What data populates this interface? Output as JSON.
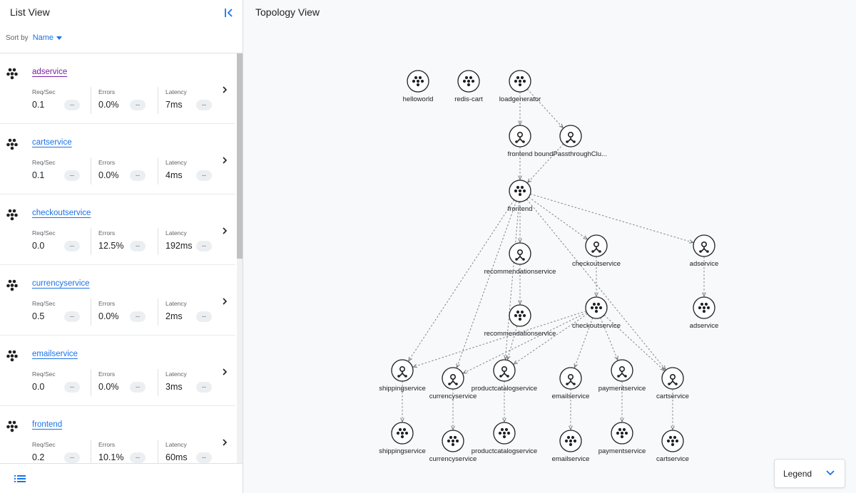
{
  "list_panel": {
    "title": "List View",
    "sort_label": "Sort by",
    "sort_value": "Name",
    "metric_labels": {
      "req": "Req/Sec",
      "errors": "Errors",
      "latency": "Latency"
    },
    "chip_text": "--",
    "services": [
      {
        "name": "adservice",
        "req": "0.1",
        "errors": "0.0%",
        "latency": "7ms",
        "visited": true
      },
      {
        "name": "cartservice",
        "req": "0.1",
        "errors": "0.0%",
        "latency": "4ms",
        "visited": false
      },
      {
        "name": "checkoutservice",
        "req": "0.0",
        "errors": "12.5%",
        "latency": "192ms",
        "visited": false
      },
      {
        "name": "currencyservice",
        "req": "0.5",
        "errors": "0.0%",
        "latency": "2ms",
        "visited": false
      },
      {
        "name": "emailservice",
        "req": "0.0",
        "errors": "0.0%",
        "latency": "3ms",
        "visited": false
      },
      {
        "name": "frontend",
        "req": "0.2",
        "errors": "10.1%",
        "latency": "60ms",
        "visited": false
      }
    ]
  },
  "topology": {
    "title": "Topology View",
    "legend_label": "Legend",
    "nodes": [
      {
        "id": "helloworld",
        "label": "helloworld",
        "type": "workload"
      },
      {
        "id": "redis-cart",
        "label": "redis-cart",
        "type": "workload"
      },
      {
        "id": "loadgenerator",
        "label": "loadgenerator",
        "type": "workload"
      },
      {
        "id": "frontend-svc",
        "label": "frontend",
        "type": "service"
      },
      {
        "id": "passthrough",
        "label": "boundPassthroughClu...",
        "type": "service"
      },
      {
        "id": "frontend",
        "label": "frontend",
        "type": "workload"
      },
      {
        "id": "recommendationservice-svc",
        "label": "recommendationservice",
        "type": "service"
      },
      {
        "id": "checkoutservice-svc",
        "label": "checkoutservice",
        "type": "service"
      },
      {
        "id": "adservice-svc",
        "label": "adservice",
        "type": "service"
      },
      {
        "id": "recommendationservice",
        "label": "recommendationservice",
        "type": "workload"
      },
      {
        "id": "checkoutservice",
        "label": "checkoutservice",
        "type": "workload"
      },
      {
        "id": "adservice",
        "label": "adservice",
        "type": "workload"
      },
      {
        "id": "shippingservice-svc",
        "label": "shippingservice",
        "type": "service"
      },
      {
        "id": "currencyservice-svc",
        "label": "currencyservice",
        "type": "service"
      },
      {
        "id": "productcatalogservice-svc",
        "label": "productcatalogservice",
        "type": "service"
      },
      {
        "id": "emailservice-svc",
        "label": "emailservice",
        "type": "service"
      },
      {
        "id": "paymentservice-svc",
        "label": "paymentservice",
        "type": "service"
      },
      {
        "id": "cartservice-svc",
        "label": "cartservice",
        "type": "service"
      },
      {
        "id": "shippingservice",
        "label": "shippingservice",
        "type": "workload"
      },
      {
        "id": "currencyservice",
        "label": "currencyservice",
        "type": "workload"
      },
      {
        "id": "productcatalogservice",
        "label": "productcatalogservice",
        "type": "workload"
      },
      {
        "id": "emailservice",
        "label": "emailservice",
        "type": "workload"
      },
      {
        "id": "paymentservice",
        "label": "paymentservice",
        "type": "workload"
      },
      {
        "id": "cartservice",
        "label": "cartservice",
        "type": "workload"
      }
    ],
    "edges": [
      [
        "loadgenerator",
        "frontend-svc"
      ],
      [
        "loadgenerator",
        "passthrough"
      ],
      [
        "frontend-svc",
        "frontend"
      ],
      [
        "passthrough",
        "frontend"
      ],
      [
        "frontend",
        "recommendationservice-svc"
      ],
      [
        "frontend",
        "checkoutservice-svc"
      ],
      [
        "frontend",
        "adservice-svc"
      ],
      [
        "frontend",
        "shippingservice-svc"
      ],
      [
        "frontend",
        "currencyservice-svc"
      ],
      [
        "frontend",
        "productcatalogservice-svc"
      ],
      [
        "frontend",
        "cartservice-svc"
      ],
      [
        "recommendationservice-svc",
        "recommendationservice"
      ],
      [
        "checkoutservice-svc",
        "checkoutservice"
      ],
      [
        "adservice-svc",
        "adservice"
      ],
      [
        "recommendationservice",
        "productcatalogservice-svc"
      ],
      [
        "checkoutservice",
        "shippingservice-svc"
      ],
      [
        "checkoutservice",
        "currencyservice-svc"
      ],
      [
        "checkoutservice",
        "productcatalogservice-svc"
      ],
      [
        "checkoutservice",
        "emailservice-svc"
      ],
      [
        "checkoutservice",
        "paymentservice-svc"
      ],
      [
        "checkoutservice",
        "cartservice-svc"
      ],
      [
        "shippingservice-svc",
        "shippingservice"
      ],
      [
        "currencyservice-svc",
        "currencyservice"
      ],
      [
        "productcatalogservice-svc",
        "productcatalogservice"
      ],
      [
        "emailservice-svc",
        "emailservice"
      ],
      [
        "paymentservice-svc",
        "paymentservice"
      ],
      [
        "cartservice-svc",
        "cartservice"
      ]
    ]
  }
}
